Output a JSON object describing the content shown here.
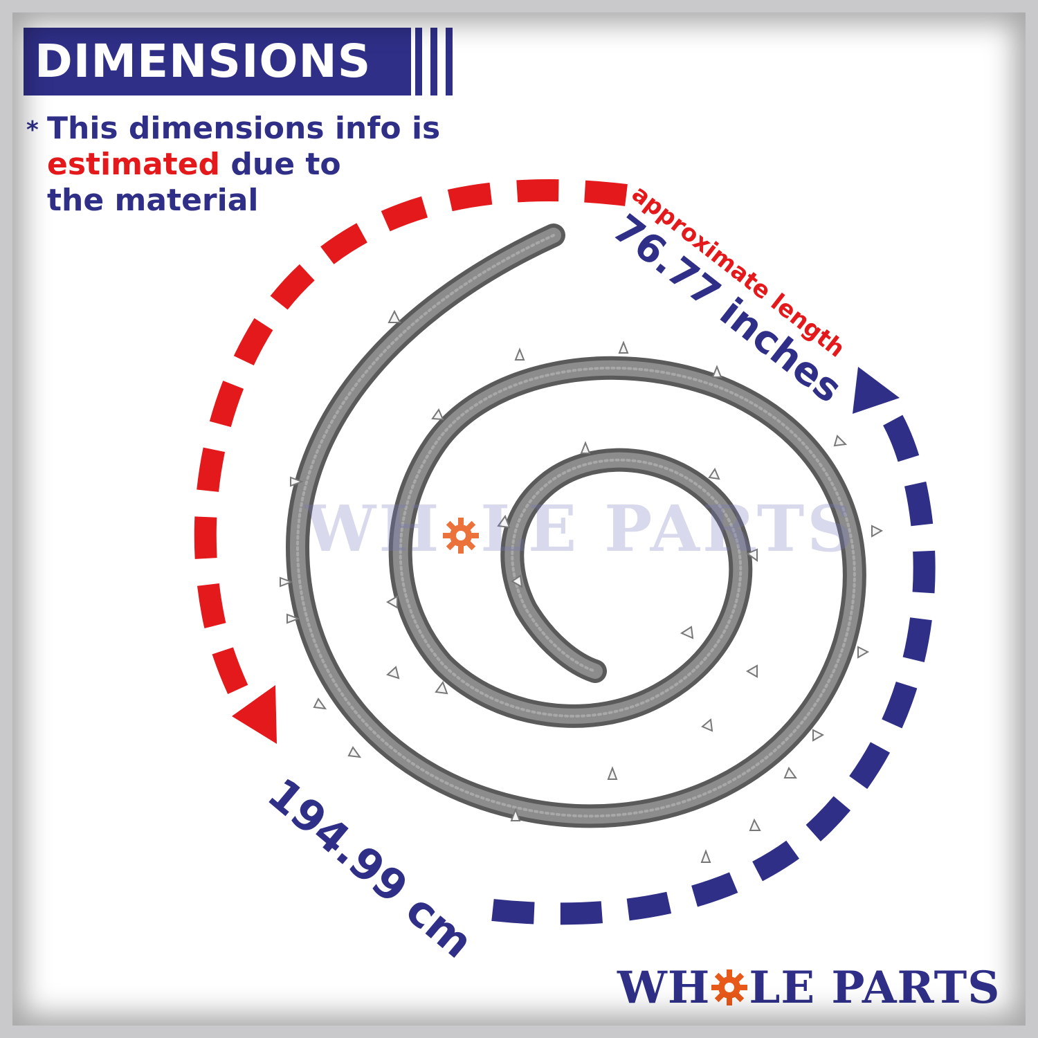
{
  "header": {
    "title": "DIMENSIONS"
  },
  "note": {
    "asterisk": "*",
    "line1": "This dimensions info is",
    "line2_red": "estimated",
    "line2_rest": " due to",
    "line3": "the material"
  },
  "measurements": {
    "approx_label": "approximate length",
    "inches": "76.77 inches",
    "cm": "194.99 cm"
  },
  "brand": {
    "watermark_left": "WH",
    "watermark_right": "LE PARTS",
    "logo_left": "WH",
    "logo_right": "LE PARTS"
  },
  "colors": {
    "navy": "#2f2f88",
    "red": "#e3191b",
    "gasket_gray": "#7a7a7a",
    "gear_orange": "#e85a1a"
  },
  "icons": [
    "gear-icon",
    "arrow-down-icon",
    "arrow-up-icon"
  ]
}
